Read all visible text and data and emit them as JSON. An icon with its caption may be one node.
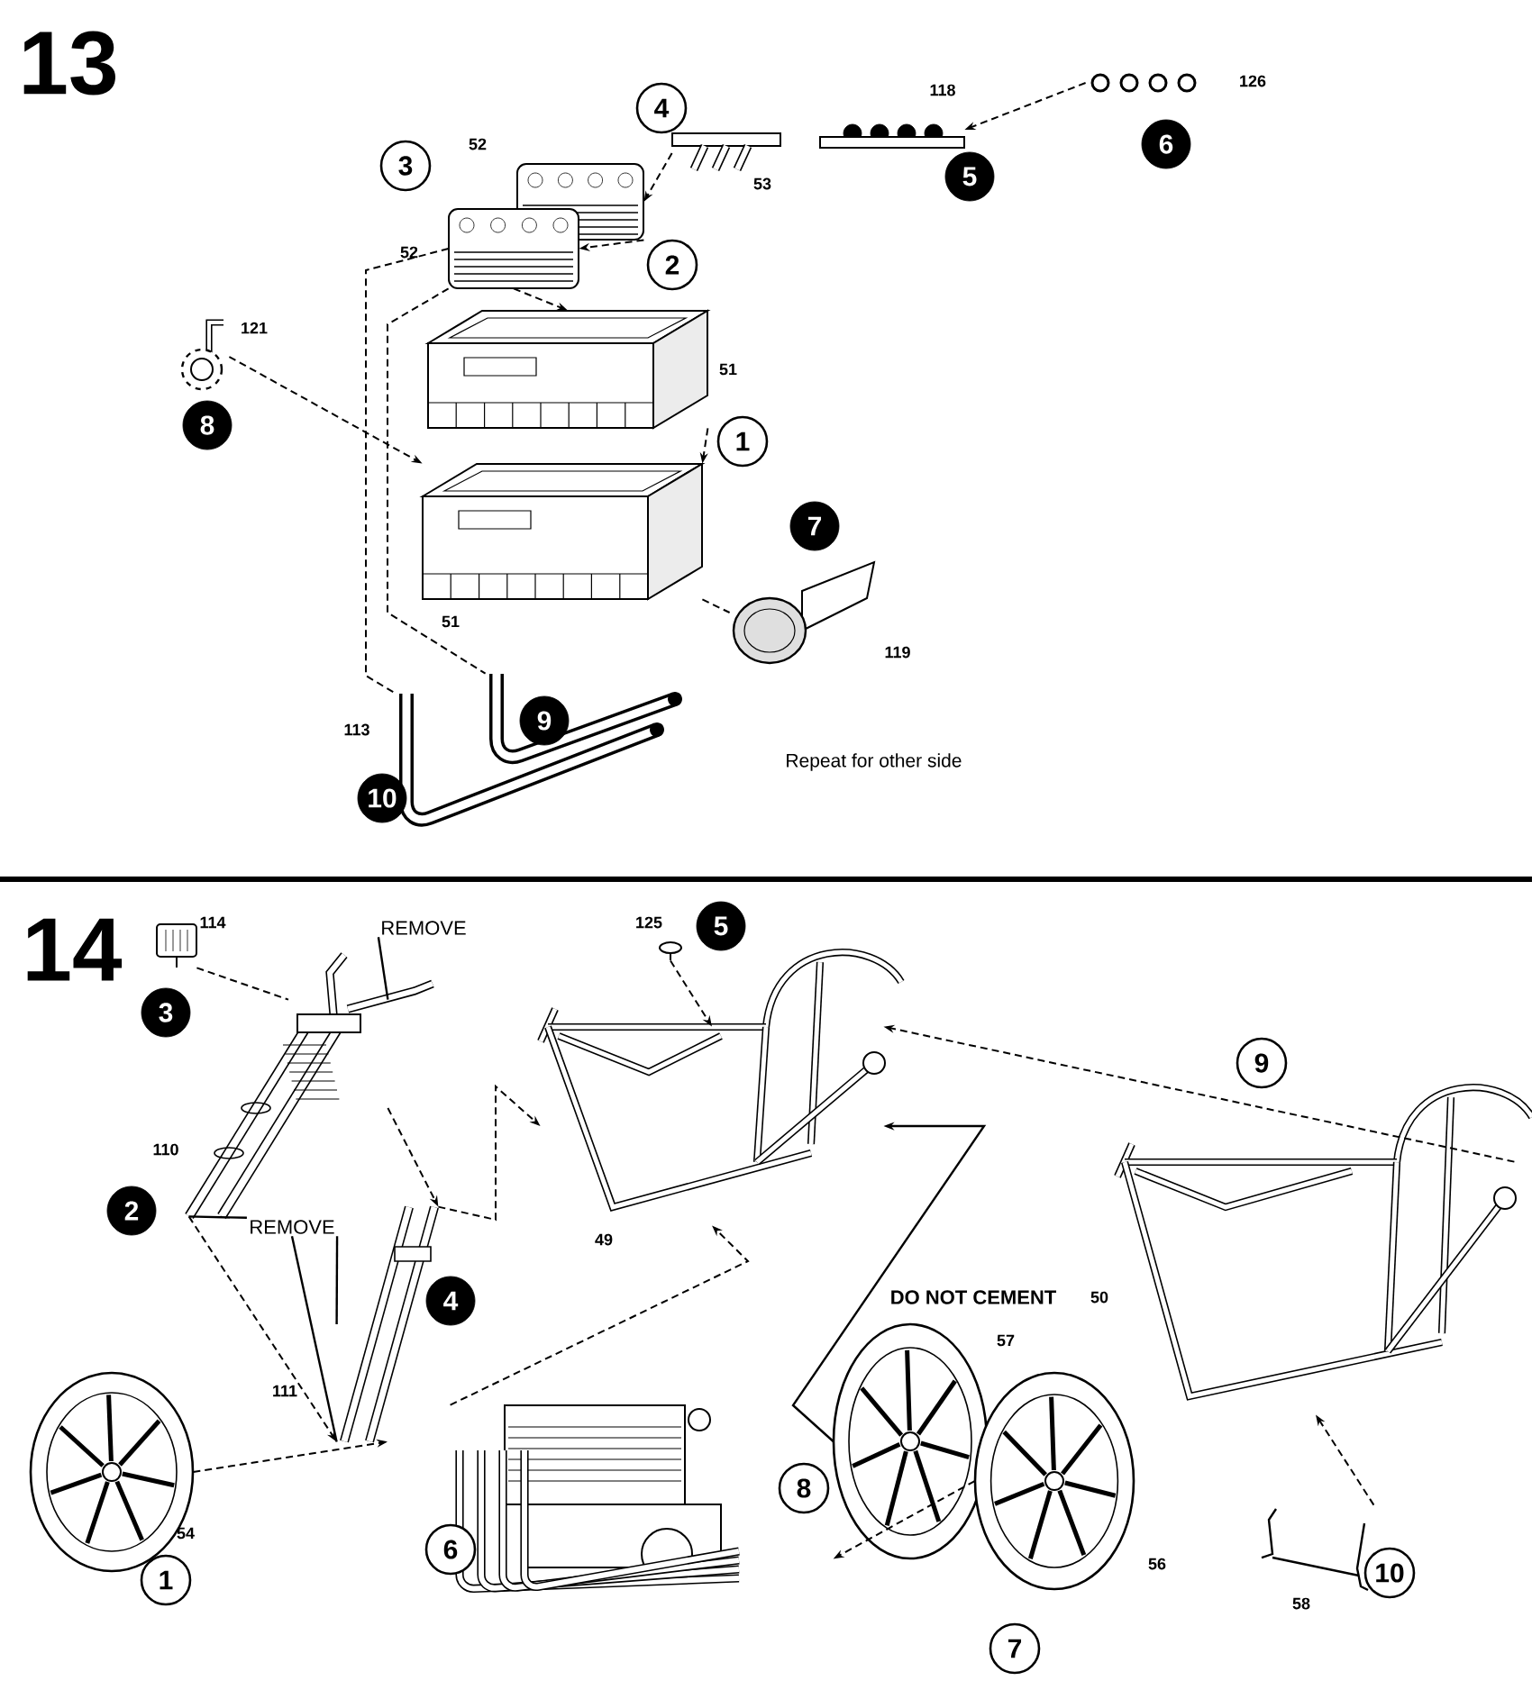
{
  "diagram": {
    "nodes": [
      {
        "text": [],
        "shape": "picture",
        "beside": [
          "52"
        ]
      },
      {
        "text": [],
        "shape": "picture",
        "beside": [
          "52"
        ]
      },
      {
        "text": [
          "3"
        ]
      },
      {
        "text": [
          "4"
        ]
      },
      {
        "text": [],
        "shape": "picture",
        "beside": [
          "53"
        ]
      },
      {
        "text": [
          "2"
        ]
      },
      {
        "text": [],
        "shape": "picture",
        "beside": [
          "118"
        ]
      },
      {
        "text": [
          "5"
        ]
      },
      {
        "text": [],
        "shape": "picture",
        "beside": [
          "126"
        ]
      },
      {
        "text": [
          "6"
        ]
      },
      {
        "text": [],
        "shape": "picture",
        "beside": [
          "121"
        ]
      },
      {
        "text": [
          "8"
        ]
      },
      {
        "text": [],
        "shape": "picture",
        "beside": [
          "51"
        ]
      },
      {
        "text": [
          "1"
        ]
      },
      {
        "text": [],
        "shape": "picture",
        "beside": [
          "51"
        ]
      },
      {
        "text": [
          "7"
        ]
      },
      {
        "text": [],
        "shape": "picture",
        "beside": [
          "119"
        ]
      },
      {
        "text": [],
        "shape": "picture"
      },
      {
        "text": [
          "9"
        ]
      },
      {
        "text": [],
        "shape": "picture",
        "beside": [
          "113"
        ]
      },
      {
        "text": [
          "10"
        ]
      },
      {
        "text": [],
        "shape": "picture",
        "beside": [
          "114"
        ]
      },
      {
        "text": [
          "3"
        ]
      },
      {
        "text": [
          "REMOVE"
        ]
      },
      {
        "text": [],
        "shape": "picture",
        "beside": [
          "110"
        ]
      },
      {
        "text": [
          "2"
        ]
      },
      {
        "text": [
          "REMOVE"
        ]
      },
      {
        "text": [],
        "shape": "picture",
        "beside": [
          "111"
        ]
      },
      {
        "text": [
          "4"
        ]
      },
      {
        "text": [],
        "shape": "picture",
        "beside": [
          "54"
        ]
      },
      {
        "text": [
          "1"
        ]
      },
      {
        "text": [],
        "shape": "picture",
        "beside": [
          "49"
        ]
      },
      {
        "text": [],
        "shape": "picture",
        "beside": [
          "125"
        ]
      },
      {
        "text": [
          "5"
        ]
      },
      {
        "text": [],
        "shape": "picture"
      },
      {
        "text": [
          "6"
        ]
      },
      {
        "text": [],
        "shape": "picture",
        "beside": [
          "57"
        ]
      },
      {
        "text": [],
        "shape": "picture",
        "beside": [
          "56"
        ]
      },
      {
        "text": [
          "8"
        ]
      },
      {
        "text": [
          "7"
        ]
      },
      {
        "text": [],
        "shape": "picture",
        "beside": [
          "50"
        ]
      },
      {
        "text": [
          "9"
        ]
      },
      {
        "text": [],
        "shape": "picture",
        "beside": [
          "58"
        ]
      },
      {
        "text": [
          "10"
        ]
      }
    ],
    "edges": [
      {
        "from": 4,
        "to": 0,
        "arrow": "to",
        "style": "dashed"
      },
      {
        "from": 0,
        "to": 1,
        "arrow": "to",
        "style": "dashed"
      },
      {
        "from": 1,
        "to": 12,
        "arrow": "to",
        "style": "dashed"
      },
      {
        "from": 12,
        "to": 14,
        "arrow": "to",
        "style": "dashed"
      },
      {
        "from": 10,
        "to": 14,
        "arrow": "to",
        "style": "dashed"
      },
      {
        "from": 14,
        "to": 16,
        "arrow": "none",
        "style": "dashed"
      },
      {
        "from": 8,
        "to": 6,
        "arrow": "to",
        "style": "dashed"
      },
      {
        "from": 1,
        "to": 19,
        "arrow": "none",
        "style": "dashed"
      },
      {
        "from": 1,
        "to": 17,
        "arrow": "none",
        "style": "dashed"
      },
      {
        "from": 21,
        "to": 24,
        "arrow": "none",
        "style": "dashed"
      },
      {
        "from": 23,
        "to": 24,
        "arrow": "none"
      },
      {
        "from": 24,
        "to": 27,
        "arrow": "to",
        "style": "dashed"
      },
      {
        "from": 24,
        "to": 27,
        "arrow": "to",
        "style": "dashed"
      },
      {
        "from": 26,
        "to": 24,
        "arrow": "none"
      },
      {
        "from": 26,
        "to": 27,
        "arrow": "none"
      },
      {
        "from": 26,
        "to": 27,
        "arrow": "none"
      },
      {
        "from": 29,
        "to": 27,
        "arrow": "to",
        "style": "dashed"
      },
      {
        "from": 27,
        "to": 31,
        "arrow": "to",
        "style": "dashed"
      },
      {
        "from": 32,
        "to": 31,
        "arrow": "to",
        "style": "dashed"
      },
      {
        "from": 34,
        "to": 31,
        "arrow": "to",
        "style": "dashed"
      },
      {
        "from": 36,
        "to": 31,
        "arrow": "to"
      },
      {
        "from": 37,
        "to": 36,
        "arrow": "to",
        "style": "dashed"
      },
      {
        "from": 40,
        "to": 31,
        "arrow": "to",
        "style": "dashed"
      },
      {
        "from": 42,
        "to": 40,
        "arrow": "to",
        "style": "dashed"
      }
    ],
    "labels": [
      "13",
      "Repeat for other side",
      "14",
      "DO NOT CEMENT"
    ]
  }
}
